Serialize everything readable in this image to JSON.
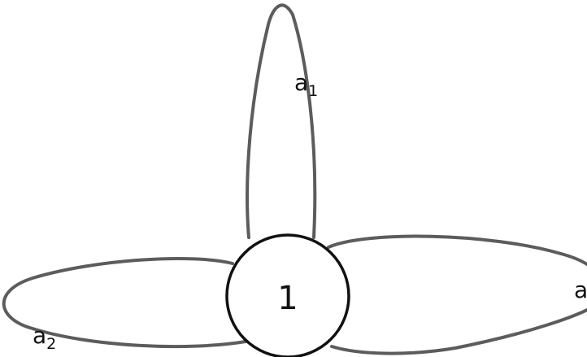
{
  "diagram": {
    "vertex": {
      "label": "1"
    },
    "loops": [
      {
        "id": "a1",
        "label": "a",
        "subscript": "1"
      },
      {
        "id": "a2",
        "label": "a",
        "subscript": "2"
      },
      {
        "id": "a3",
        "label": "a",
        "subscript": ""
      }
    ],
    "colors": {
      "loop_stroke": "#5c5c5c",
      "vertex_stroke": "#111111",
      "background": "#ffffff"
    }
  }
}
